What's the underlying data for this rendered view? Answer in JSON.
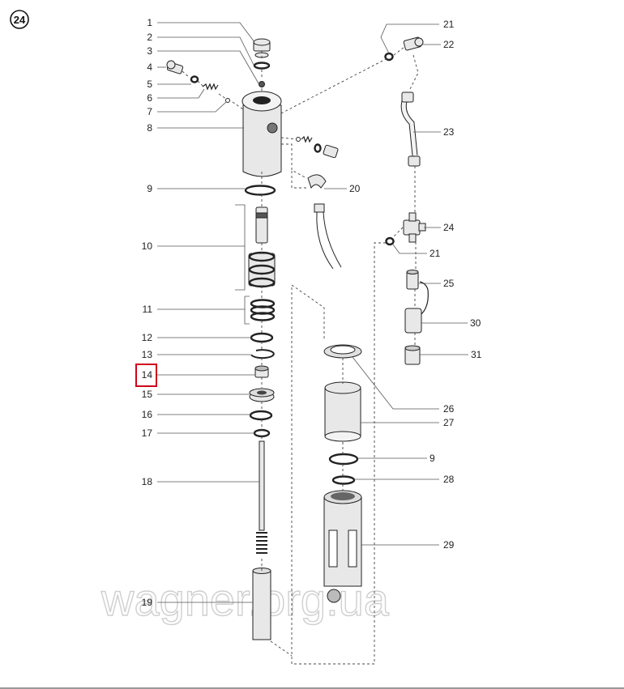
{
  "page_badge": "24",
  "highlight_color": "#d0021b",
  "watermark": "wagner.org.ua",
  "callouts": [
    {
      "id": "c1",
      "text": "1"
    },
    {
      "id": "c2",
      "text": "2"
    },
    {
      "id": "c3",
      "text": "3"
    },
    {
      "id": "c4",
      "text": "4"
    },
    {
      "id": "c5",
      "text": "5"
    },
    {
      "id": "c6",
      "text": "6"
    },
    {
      "id": "c7",
      "text": "7"
    },
    {
      "id": "c8",
      "text": "8"
    },
    {
      "id": "c9a",
      "text": "9"
    },
    {
      "id": "c10",
      "text": "10"
    },
    {
      "id": "c11",
      "text": "11"
    },
    {
      "id": "c12",
      "text": "12"
    },
    {
      "id": "c13",
      "text": "13"
    },
    {
      "id": "c14",
      "text": "14"
    },
    {
      "id": "c15",
      "text": "15"
    },
    {
      "id": "c16",
      "text": "16"
    },
    {
      "id": "c17",
      "text": "17"
    },
    {
      "id": "c18",
      "text": "18"
    },
    {
      "id": "c19",
      "text": "19"
    },
    {
      "id": "c20",
      "text": "20"
    },
    {
      "id": "c21a",
      "text": "21"
    },
    {
      "id": "c22",
      "text": "22"
    },
    {
      "id": "c23",
      "text": "23"
    },
    {
      "id": "c24",
      "text": "24"
    },
    {
      "id": "c21b",
      "text": "21"
    },
    {
      "id": "c25",
      "text": "25"
    },
    {
      "id": "c30",
      "text": "30"
    },
    {
      "id": "c31",
      "text": "31"
    },
    {
      "id": "c26",
      "text": "26"
    },
    {
      "id": "c27",
      "text": "27"
    },
    {
      "id": "c9b",
      "text": "9"
    },
    {
      "id": "c28",
      "text": "28"
    },
    {
      "id": "c29",
      "text": "29"
    }
  ]
}
